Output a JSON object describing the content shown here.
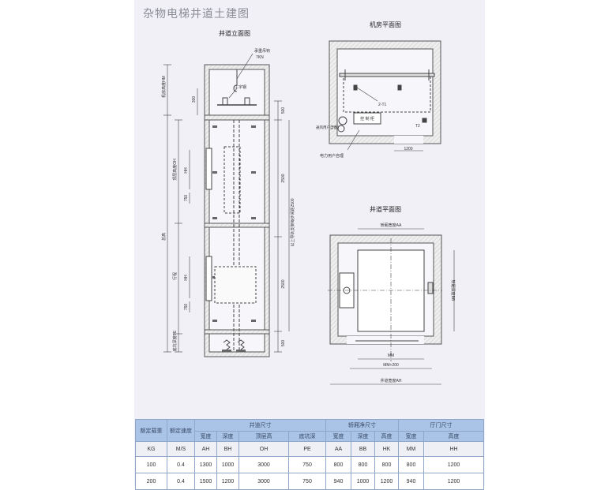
{
  "page": {
    "title": "杂物电梯井道土建图"
  },
  "elevation": {
    "title": "井道立面图",
    "labels": {
      "hook": "承重吊钩",
      "load": "7KN",
      "ibeam": "工字钢",
      "machine_height": "机房高度HM",
      "top_height": "顶层高度OH",
      "total_height": "总高",
      "travel": "行程",
      "pit_depth": "底坑深度PE",
      "hh1": "HH",
      "hh2": "HH",
      "d300": "300",
      "d750a": "750",
      "d750b": "750",
      "d500a": "500",
      "d2500a": "2500",
      "d2500b": "2500",
      "d500b": "500",
      "rail_note": "以上导轨支架每步间距2500"
    }
  },
  "machine_room": {
    "title": "机房平面图",
    "labels": {
      "t1": "2-T1",
      "cabinet": "控 制 柜",
      "t2": "T2",
      "entry": "通风用户自备",
      "power": "电力用户自理",
      "d1200": "1200"
    }
  },
  "shaft_plan": {
    "title": "井道平面图",
    "labels": {
      "car_width": "轿厢宽度AA",
      "car_depth": "轿厢深度BB",
      "mm": "MM",
      "mm200": "MM+200",
      "shaft_width": "井道宽度AH"
    }
  },
  "table": {
    "group_headers": [
      "额定载重",
      "额定速度",
      "井道尺寸",
      "轿厢净尺寸",
      "厅门尺寸"
    ],
    "sub_headers": [
      "宽度",
      "深度",
      "顶层高",
      "底坑深",
      "宽度",
      "深度",
      "高度",
      "宽度",
      "高度"
    ],
    "units": [
      "KG",
      "M/S",
      "AH",
      "BH",
      "OH",
      "PE",
      "AA",
      "BB",
      "HK",
      "MM",
      "HH"
    ],
    "rows": [
      [
        "100",
        "0.4",
        "1300",
        "1000",
        "3000",
        "750",
        "800",
        "800",
        "800",
        "800",
        "1200"
      ],
      [
        "200",
        "0.4",
        "1500",
        "1200",
        "3000",
        "750",
        "940",
        "1000",
        "1200",
        "940",
        "1200"
      ]
    ]
  }
}
